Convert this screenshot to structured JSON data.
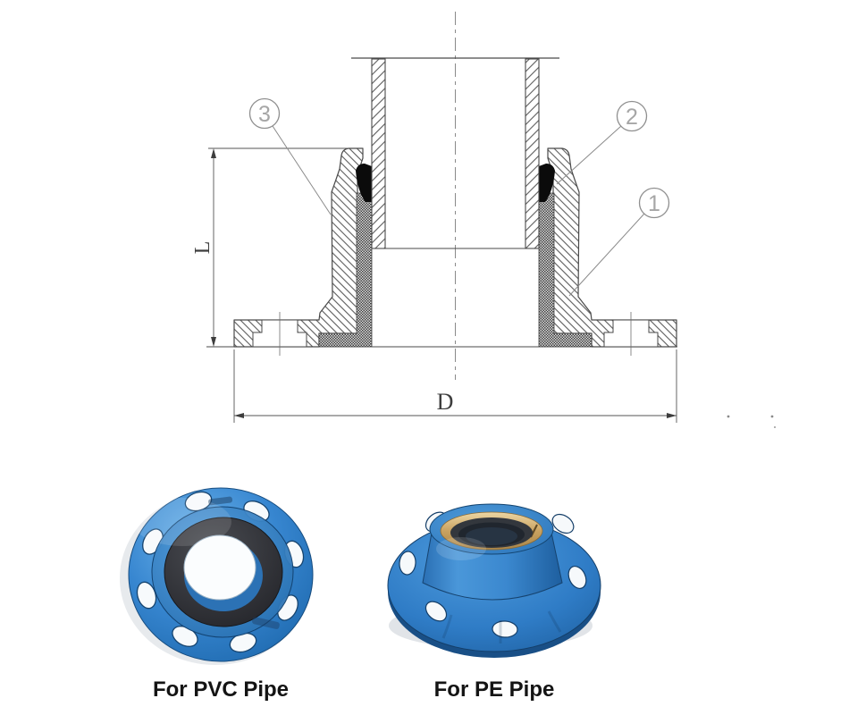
{
  "drawing": {
    "name": "flange-adapter-cross-section",
    "dim_height": "L",
    "dim_diameter": "D",
    "callouts": [
      {
        "number": "1"
      },
      {
        "number": "2"
      },
      {
        "number": "3"
      }
    ],
    "colors": {
      "line": "#4a4a4a",
      "thin_line": "#6e6e6e",
      "centerline": "#8a8a8a",
      "callout": "#a6a6a6",
      "callout_circle": "#8f8f8f",
      "gasket_fill": "#0b0b0b"
    }
  },
  "products": [
    {
      "label": "For PVC Pipe",
      "body_color": "#2f7fca"
    },
    {
      "label": "For PE Pipe",
      "body_color": "#2f7fca"
    }
  ]
}
